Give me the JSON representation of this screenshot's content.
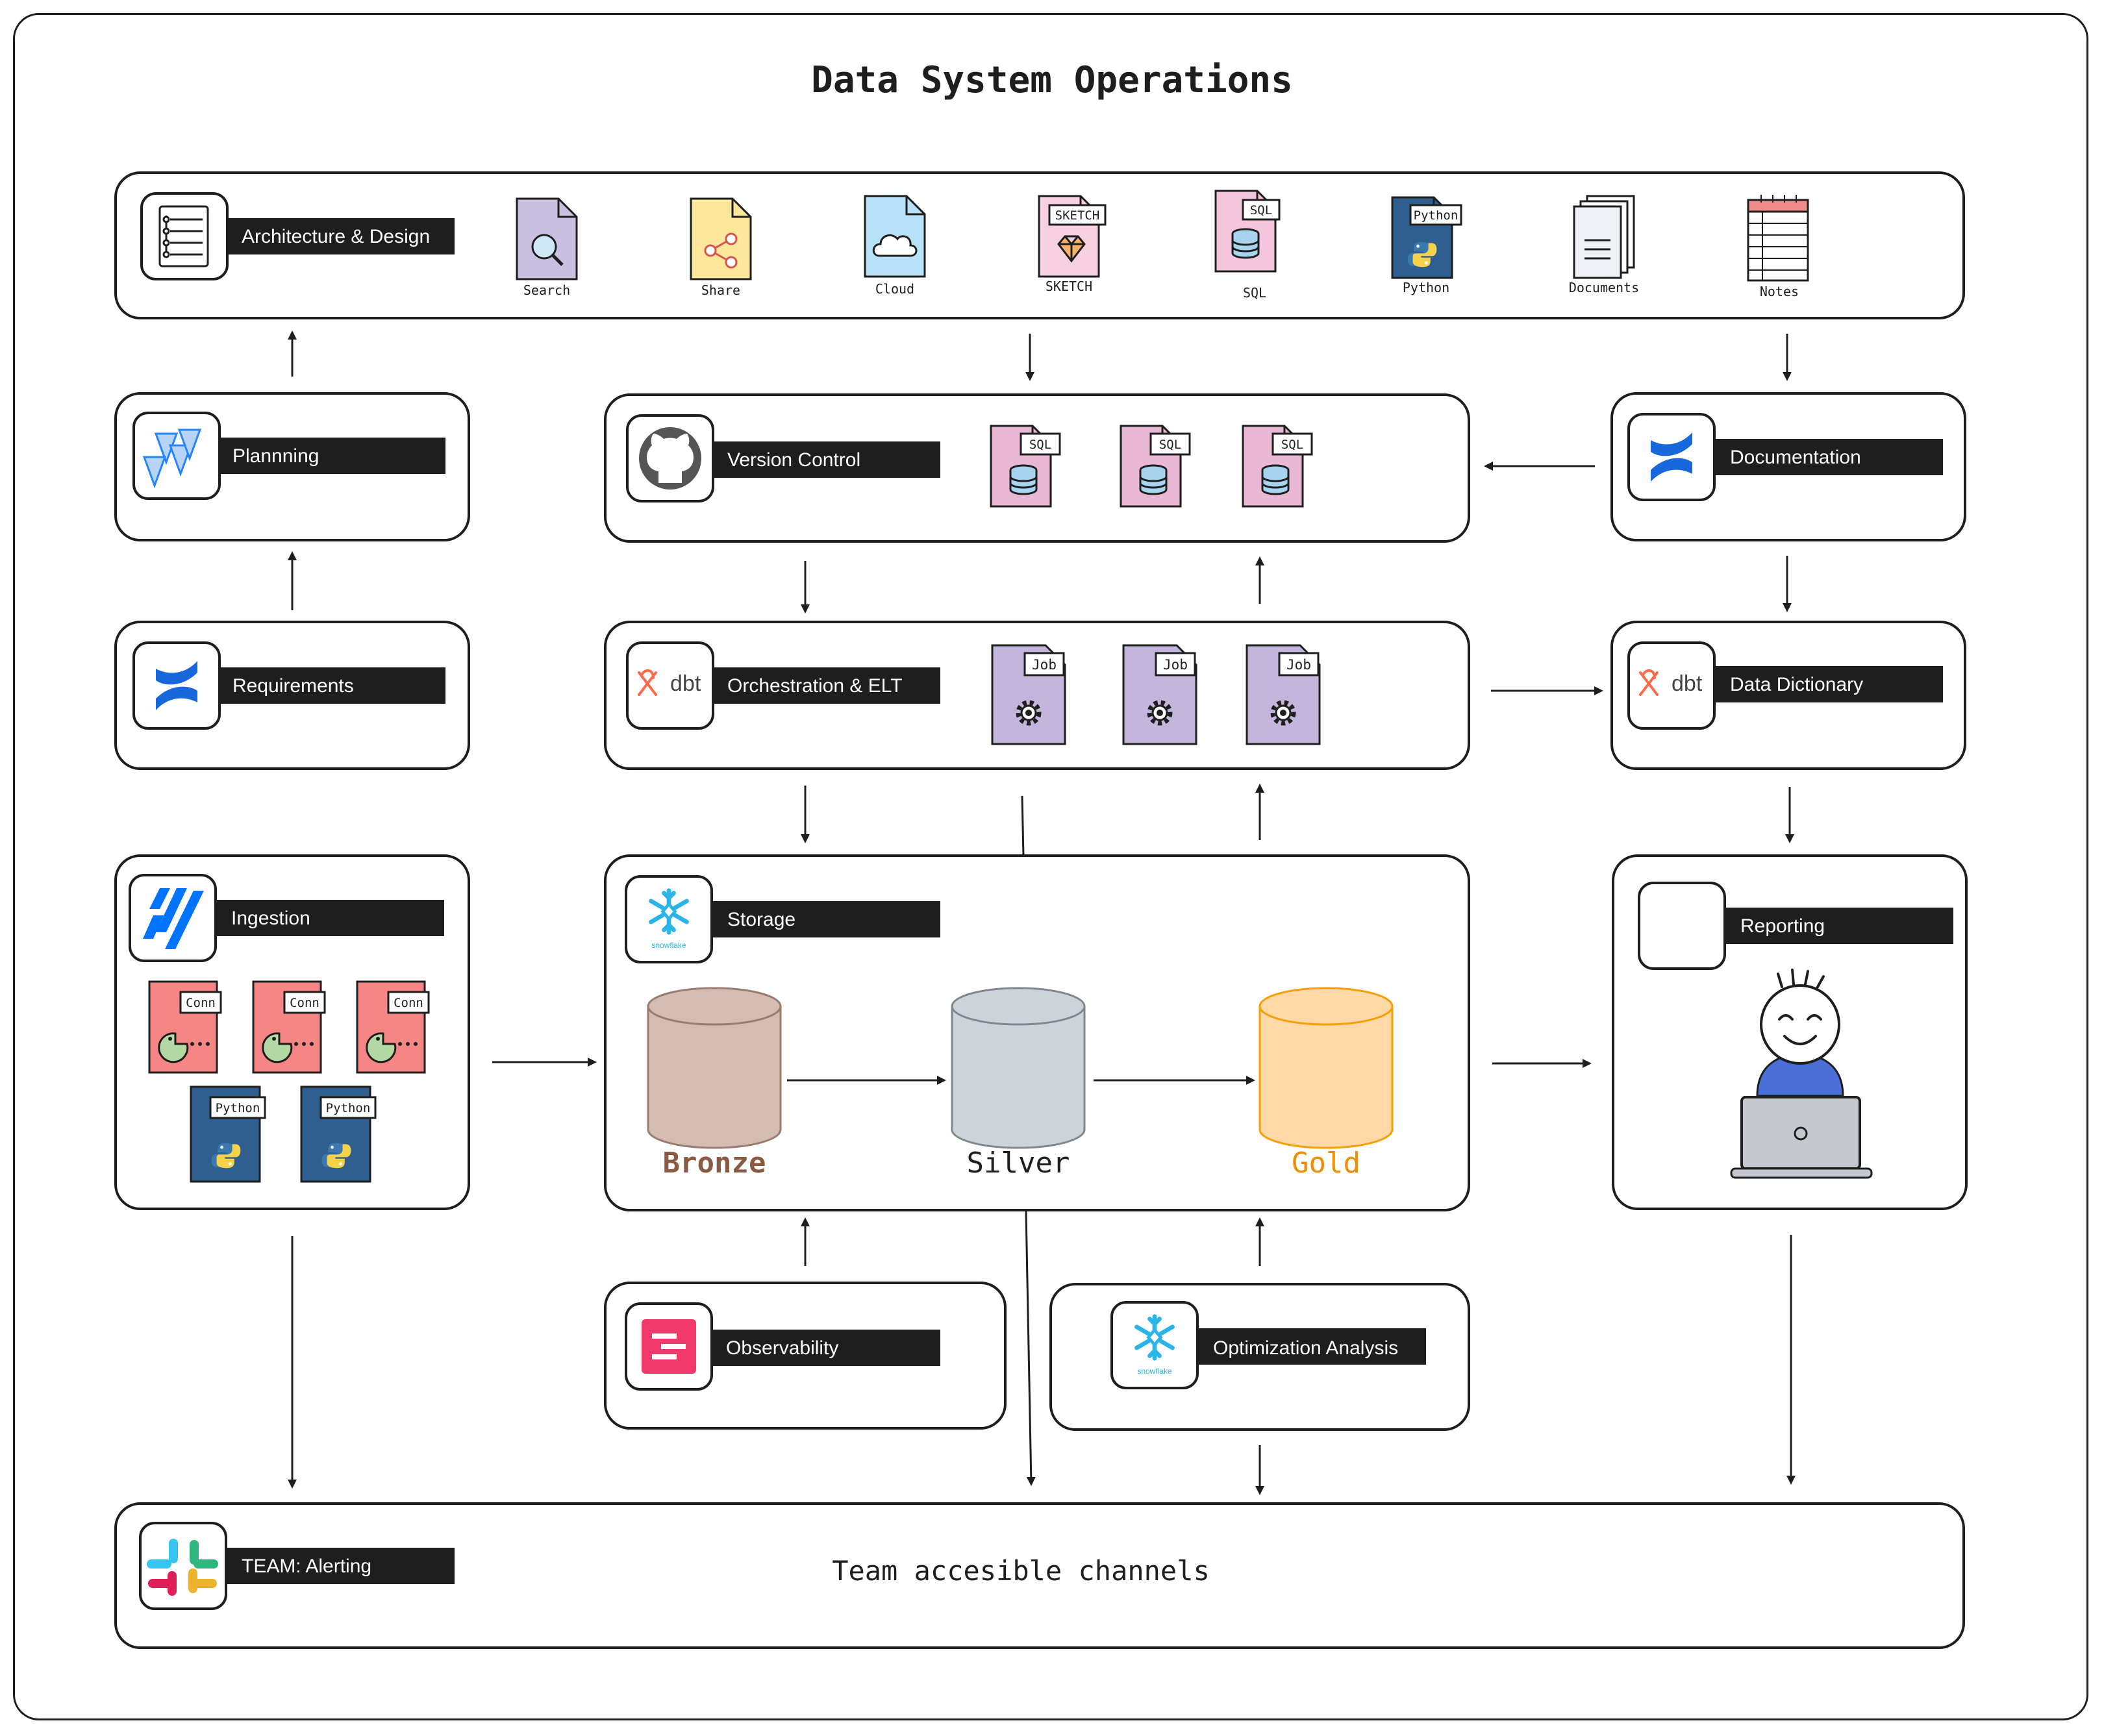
{
  "title": "Data System Operations",
  "sections": {
    "architecture": {
      "label": "Architecture & Design",
      "files": [
        {
          "name": "Search",
          "badge": "",
          "icon": "magnifier-icon",
          "color": "#c9bfe0"
        },
        {
          "name": "Share",
          "badge": "",
          "icon": "share-icon",
          "color": "#fde79a"
        },
        {
          "name": "Cloud",
          "badge": "",
          "icon": "cloud-icon",
          "color": "#b7e1f7"
        },
        {
          "name": "SKETCH",
          "badge": "SKETCH",
          "icon": "diamond-icon",
          "color": "#f6cfe0"
        },
        {
          "name": "SQL",
          "badge": "SQL",
          "icon": "database-icon",
          "color": "#f3c6dc"
        },
        {
          "name": "Python",
          "badge": "Python",
          "icon": "python-icon",
          "color": "#2f5f8f"
        },
        {
          "name": "Documents",
          "badge": "",
          "icon": "documents-icon",
          "color": "#eef2f7"
        },
        {
          "name": "Notes",
          "badge": "",
          "icon": "notes-icon",
          "color": "#ffffff"
        }
      ]
    },
    "planning": {
      "label": "Plannning"
    },
    "requirements": {
      "label": "Requirements"
    },
    "version_control": {
      "label": "Version Control",
      "files": [
        {
          "badge": "SQL"
        },
        {
          "badge": "SQL"
        },
        {
          "badge": "SQL"
        }
      ]
    },
    "documentation": {
      "label": "Documentation"
    },
    "orchestration": {
      "label": "Orchestration & ELT",
      "logo_text": "dbt",
      "files": [
        {
          "badge": "Job"
        },
        {
          "badge": "Job"
        },
        {
          "badge": "Job"
        }
      ]
    },
    "data_dictionary": {
      "label": "Data Dictionary",
      "logo_text": "dbt"
    },
    "ingestion": {
      "label": "Ingestion",
      "conn_files": [
        {
          "badge": "Conn"
        },
        {
          "badge": "Conn"
        },
        {
          "badge": "Conn"
        }
      ],
      "python_files": [
        {
          "badge": "Python"
        },
        {
          "badge": "Python"
        }
      ]
    },
    "storage": {
      "label": "Storage",
      "logo_text": "snowflake",
      "layers": [
        {
          "name": "Bronze",
          "fill": "#d4bcb3",
          "stroke": "#9a7b70",
          "text_color": "#8a5a44"
        },
        {
          "name": "Silver",
          "fill": "#ced3d9",
          "stroke": "#7f8790",
          "text_color": "#1e1e1e"
        },
        {
          "name": "Gold",
          "fill": "#ffd8a8",
          "stroke": "#f59f00",
          "text_color": "#f08c00"
        }
      ]
    },
    "reporting": {
      "label": "Reporting"
    },
    "observability": {
      "label": "Observability"
    },
    "optimization": {
      "label": "Optimization Analysis",
      "logo_text": "snowflake"
    },
    "alerting": {
      "label": "TEAM: Alerting",
      "note": "Team accesible channels"
    }
  },
  "colors": {
    "stroke": "#1e1e1e",
    "label_bg": "#1e1e1e",
    "label_text": "#ffffff",
    "confluence": "#1868db",
    "github": "#555555",
    "dbt": "#ff694a",
    "snowflake": "#29b5e8",
    "observability": "#f0386b",
    "fivetran": "#0073ff",
    "conn": "#f68585",
    "job": "#c4b5dd",
    "sql": "#e8b8d4",
    "python": "#2f5f8f"
  }
}
